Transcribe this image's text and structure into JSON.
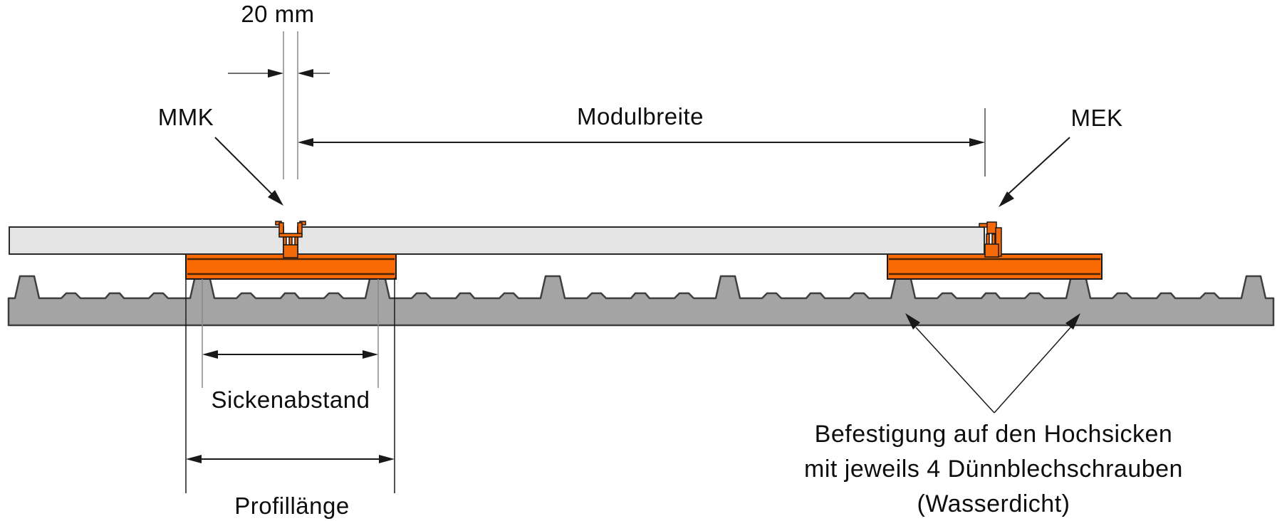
{
  "diagram": {
    "title_context": "Modulmontage auf Trapezblech – Querschnitt",
    "labels": {
      "gap_dimension": "20 mm",
      "mmk": "MMK",
      "modulbreite": "Modulbreite",
      "mek": "MEK",
      "sickenabstand": "Sickenabstand",
      "profillaenge": "Profillänge",
      "befestigung_line1": "Befestigung auf den Hochsicken",
      "befestigung_line2": "mit jeweils 4 Dünnblechschrauben",
      "befestigung_line3": "(Wasserdicht)"
    },
    "colors": {
      "rail_orange": "#F96A04",
      "rail_edge_dark": "#4A2506",
      "clamp_orange": "#F4690A",
      "module_gray": "#E4E4E4",
      "sheet_gray": "#A4A4A4",
      "outline_dark": "#2B2B2B",
      "dimension_black": "#191919",
      "dimension_gray": "#8A8A8A"
    }
  }
}
